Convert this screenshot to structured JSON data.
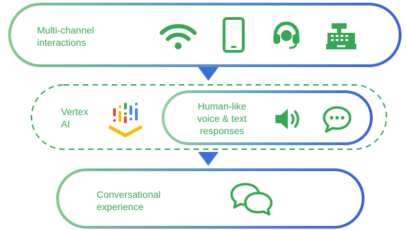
{
  "colors": {
    "green": "#34a853",
    "blue": "#3b6fd8",
    "dashed": "#34a853"
  },
  "top": {
    "label": "Multi-channel\ninteractions",
    "icons": [
      "wifi-icon",
      "smartphone-icon",
      "headset-icon",
      "cash-register-icon"
    ]
  },
  "middle": {
    "vertex_label": "Vertex\nAI",
    "vertex_icon": "vertex-ai-logo-icon",
    "responses_label": "Human-like\nvoice & text\nresponses",
    "icons": [
      "speaker-volume-icon",
      "chat-bubble-icon"
    ]
  },
  "bottom": {
    "label": "Conversational\nexperience",
    "icons": [
      "conversation-bubbles-icon"
    ]
  }
}
